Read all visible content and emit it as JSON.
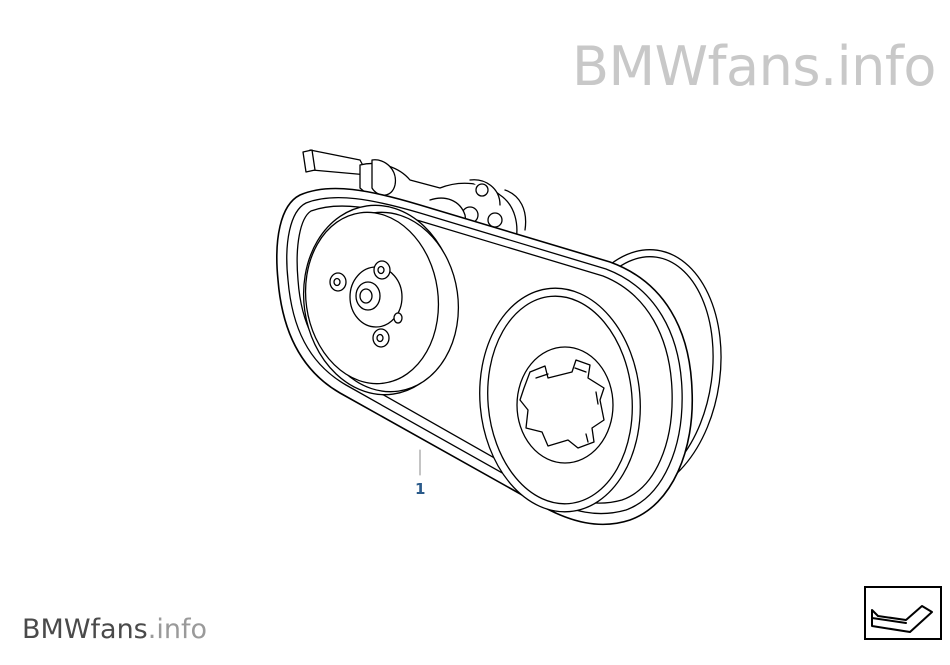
{
  "watermark": {
    "top": "BMWfans.info",
    "bottom_main": "BMWfans",
    "bottom_ext": ".info"
  },
  "diagram": {
    "part_callouts": [
      {
        "number": "1",
        "part": "belt"
      }
    ],
    "components": [
      "power-steering-pump",
      "pump-pulley",
      "crankshaft-pulley",
      "drive-belt"
    ]
  },
  "navigation": {
    "icon": "return-arrow-icon"
  }
}
